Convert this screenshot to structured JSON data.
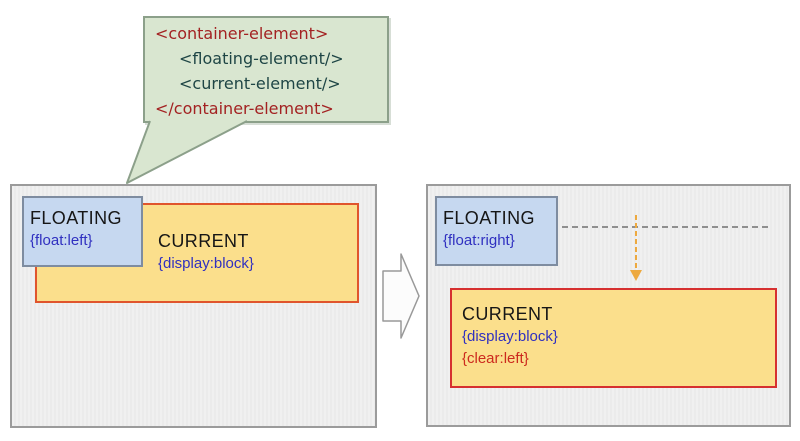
{
  "code_bubble": {
    "lines": [
      "<container-element>",
      "<floating-element/>",
      "<current-element/>",
      "</container-element>"
    ]
  },
  "before": {
    "floating": {
      "label": "FLOATING",
      "css": "{float:left}"
    },
    "current": {
      "label": "CURRENT",
      "css_display": "{display:block}"
    }
  },
  "after": {
    "floating": {
      "label": "FLOATING",
      "css": "{float:right}"
    },
    "current": {
      "label": "CURRENT",
      "css_display": "{display:block}",
      "css_clear": "{clear:left}"
    }
  },
  "colors": {
    "bubble_bg": "#d9e6d0",
    "bubble_border": "#8ca08a",
    "tag_red": "#a32222",
    "tag_teal": "#1e4545",
    "panel_bg": "#efefef",
    "panel_border": "#9b9b9b",
    "floating_bg": "#c6d8f0",
    "floating_border": "#7e8ca0",
    "current_bg": "#fbdf8c",
    "current_border_before": "#e0552d",
    "current_border_after": "#d63030",
    "css_text_blue": "#3030c0",
    "css_text_red": "#cc2a1e",
    "dashed_line_grey": "#8f8f8f",
    "arrow_orange": "#eda93f",
    "transform_arrow_fill": "#fcfcfc"
  }
}
